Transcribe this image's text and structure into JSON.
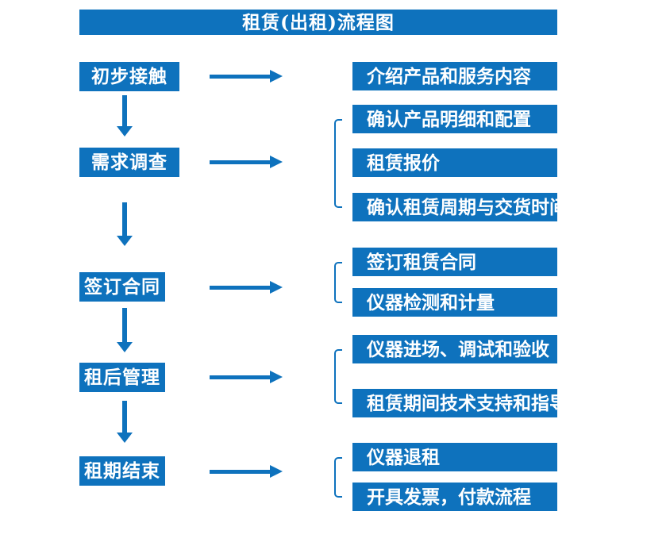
{
  "title": "租赁(出租)流程图",
  "colors": {
    "accent": "#0E72BD",
    "box_text": "#FFFFFF",
    "background": "#FFFFFF"
  },
  "steps": [
    {
      "label": "初步接触",
      "details": [
        "介绍产品和服务内容"
      ]
    },
    {
      "label": "需求调查",
      "details": [
        "确认产品明细和配置",
        "租赁报价",
        "确认租赁周期与交货时间"
      ]
    },
    {
      "label": "签订合同",
      "details": [
        "签订租赁合同",
        "仪器检测和计量"
      ]
    },
    {
      "label": "租后管理",
      "details": [
        "仪器进场、调试和验收",
        "租赁期间技术支持和指导"
      ]
    },
    {
      "label": "租期结束",
      "details": [
        "仪器退租",
        "开具发票，付款流程"
      ]
    }
  ]
}
